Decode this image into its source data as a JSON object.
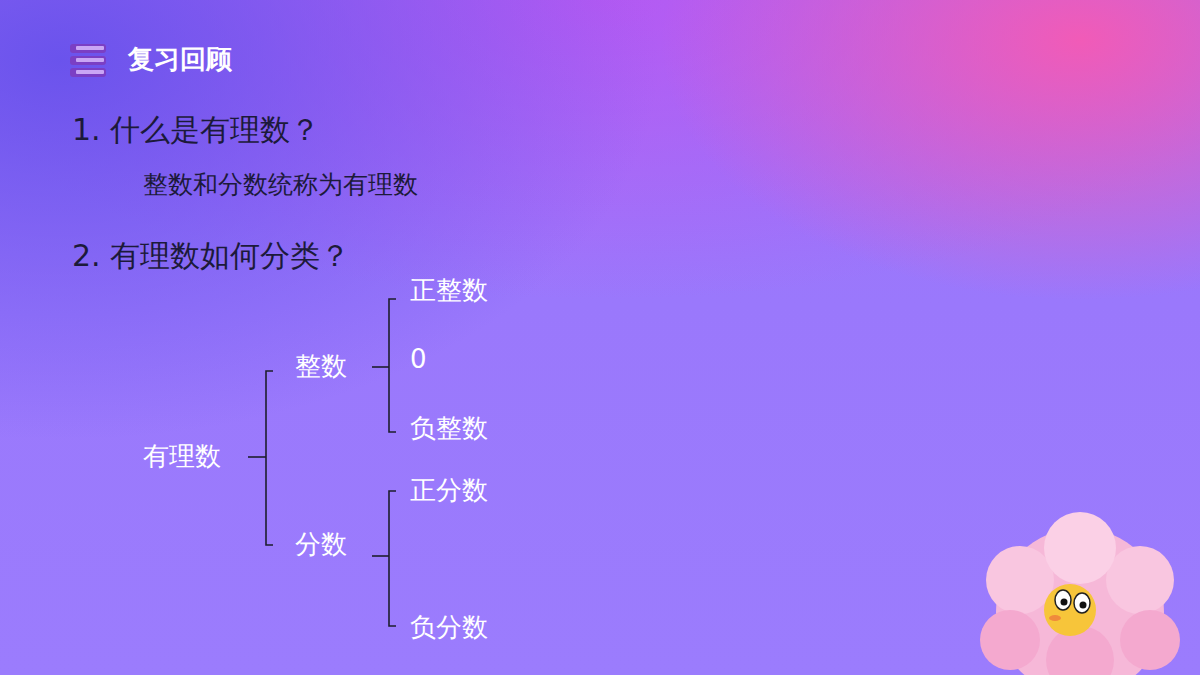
{
  "diagram": {
    "title": "复习回顾",
    "labels": [
      "1. 什么是有理数？",
      "整数和分数统称为有理数",
      "2. 有理数如何分类？",
      "正整数",
      "整数",
      "0",
      "有理数",
      "负整数",
      "正分数",
      "分数",
      "负分数"
    ]
  }
}
